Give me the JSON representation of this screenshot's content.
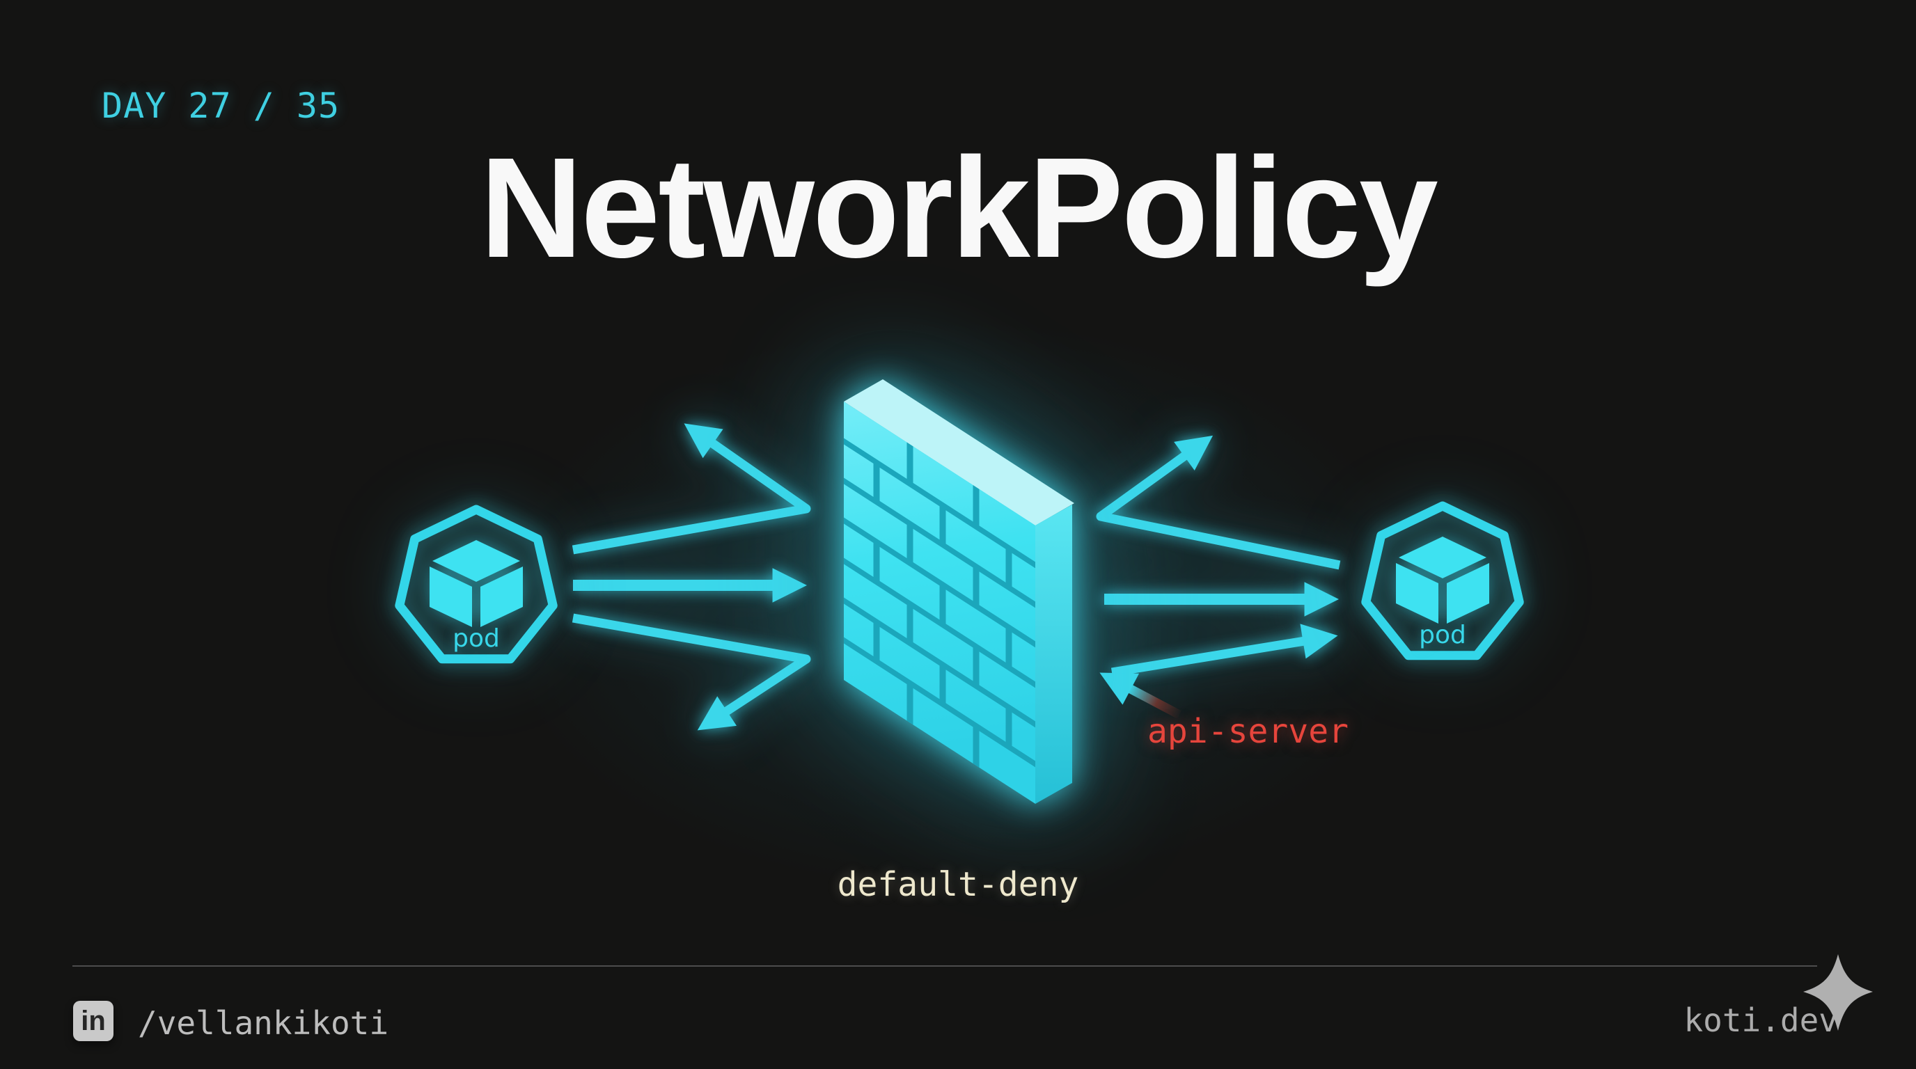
{
  "header": {
    "day_counter": "DAY 27 / 35",
    "title": "NetworkPolicy"
  },
  "diagram": {
    "left_pod": {
      "label": "pod"
    },
    "right_pod": {
      "label": "pod"
    },
    "firewall": {
      "label": "default-deny"
    },
    "api_server": {
      "label": "api-server"
    }
  },
  "footer": {
    "linkedin_glyph": "in",
    "handle": "/vellankikoti",
    "site": "koti.dev"
  },
  "colors": {
    "background": "#141413",
    "accent_cyan": "#3bd7ea",
    "wall_brick": "#35e3f2",
    "wall_mortar": "#1ba6bb",
    "deny_red": "#e6453c",
    "note_cream": "#eee8cd",
    "footer_gray": "#bdbdbd"
  }
}
